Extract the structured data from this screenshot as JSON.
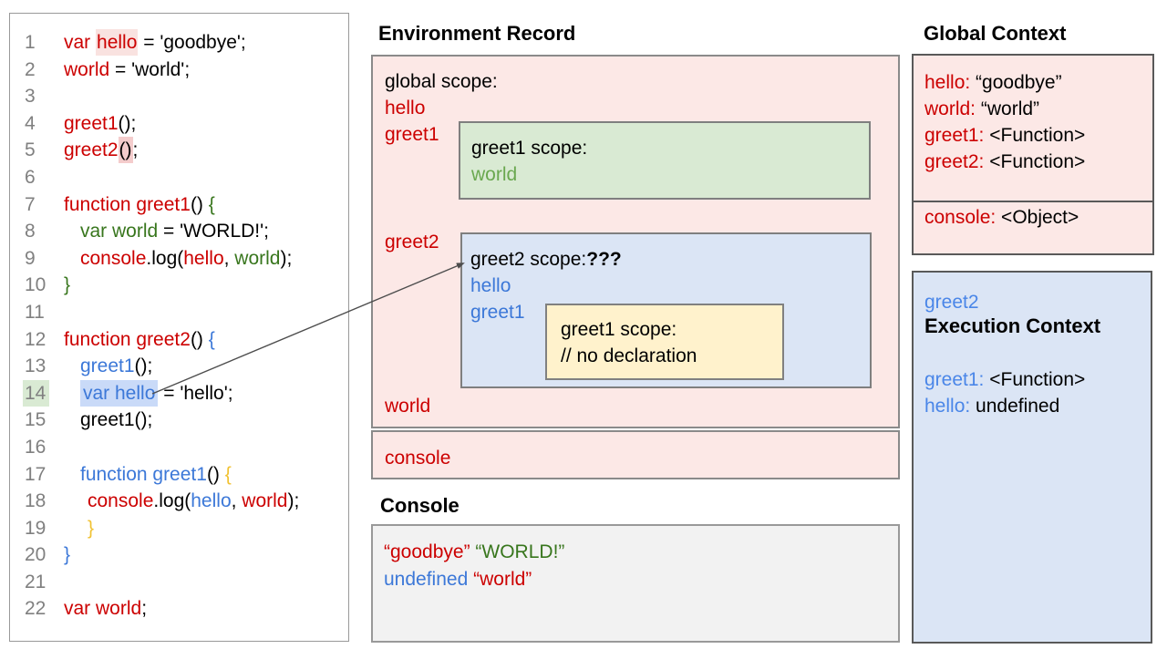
{
  "headings": {
    "environment_record": "Environment Record",
    "console": "Console",
    "global_context": "Global Context"
  },
  "code_panel": {
    "lines": [
      {
        "num": "1",
        "indent": 0,
        "tokens": [
          {
            "t": "var ",
            "c": "red"
          },
          {
            "t": "hello",
            "c": "red",
            "hl": "pink-faint"
          },
          {
            "t": " = 'goodbye';",
            "c": "black"
          }
        ]
      },
      {
        "num": "2",
        "indent": 0,
        "tokens": [
          {
            "t": "world",
            "c": "red"
          },
          {
            "t": " = 'world';",
            "c": "black"
          }
        ]
      },
      {
        "num": "3",
        "indent": 0,
        "tokens": []
      },
      {
        "num": "4",
        "indent": 0,
        "tokens": [
          {
            "t": "greet1",
            "c": "red"
          },
          {
            "t": "();",
            "c": "black"
          }
        ]
      },
      {
        "num": "5",
        "indent": 0,
        "tokens": [
          {
            "t": "greet2",
            "c": "red"
          },
          {
            "t": "()",
            "c": "black",
            "hl": "pink"
          },
          {
            "t": ";",
            "c": "black"
          }
        ]
      },
      {
        "num": "6",
        "indent": 0,
        "tokens": []
      },
      {
        "num": "7",
        "indent": 0,
        "tokens": [
          {
            "t": "function greet1",
            "c": "red"
          },
          {
            "t": "() ",
            "c": "black"
          },
          {
            "t": "{",
            "c": "green"
          }
        ]
      },
      {
        "num": "8",
        "indent": 1,
        "tokens": [
          {
            "t": "var world",
            "c": "green"
          },
          {
            "t": " = 'WORLD!';",
            "c": "black"
          }
        ]
      },
      {
        "num": "9",
        "indent": 1,
        "tokens": [
          {
            "t": "console",
            "c": "red"
          },
          {
            "t": ".log(",
            "c": "black"
          },
          {
            "t": "hello",
            "c": "red"
          },
          {
            "t": ", ",
            "c": "black"
          },
          {
            "t": "world",
            "c": "green"
          },
          {
            "t": ");",
            "c": "black"
          }
        ]
      },
      {
        "num": "10",
        "indent": 0,
        "tokens": [
          {
            "t": "}",
            "c": "green"
          }
        ]
      },
      {
        "num": "11",
        "indent": 0,
        "tokens": []
      },
      {
        "num": "12",
        "indent": 0,
        "tokens": [
          {
            "t": "function greet2",
            "c": "red"
          },
          {
            "t": "() ",
            "c": "black"
          },
          {
            "t": "{",
            "c": "blue"
          }
        ]
      },
      {
        "num": "13",
        "indent": 1,
        "tokens": [
          {
            "t": "greet1",
            "c": "blue"
          },
          {
            "t": "();",
            "c": "black"
          }
        ]
      },
      {
        "num": "14",
        "indent": 1,
        "num_hl": "green",
        "tokens": [
          {
            "t": "var hello",
            "c": "blue",
            "hl": "blue"
          },
          {
            "t": " = 'hello';",
            "c": "black"
          }
        ]
      },
      {
        "num": "15",
        "indent": 1,
        "tokens": [
          {
            "t": "greet1();",
            "c": "black"
          }
        ]
      },
      {
        "num": "16",
        "indent": 0,
        "tokens": []
      },
      {
        "num": "17",
        "indent": 1,
        "tokens": [
          {
            "t": "function greet1",
            "c": "blue"
          },
          {
            "t": "() ",
            "c": "black"
          },
          {
            "t": "{",
            "c": "gold"
          }
        ]
      },
      {
        "num": "18",
        "indent": 2,
        "tokens": [
          {
            "t": "console",
            "c": "red"
          },
          {
            "t": ".log(",
            "c": "black"
          },
          {
            "t": "hello",
            "c": "blue"
          },
          {
            "t": ", ",
            "c": "black"
          },
          {
            "t": "world",
            "c": "red"
          },
          {
            "t": ");",
            "c": "black"
          }
        ]
      },
      {
        "num": "19",
        "indent": 2,
        "tokens": [
          {
            "t": "}",
            "c": "gold"
          }
        ]
      },
      {
        "num": "20",
        "indent": 0,
        "tokens": [
          {
            "t": "}",
            "c": "blue"
          }
        ]
      },
      {
        "num": "21",
        "indent": 0,
        "tokens": []
      },
      {
        "num": "22",
        "indent": 0,
        "tokens": [
          {
            "t": "var world",
            "c": "red"
          },
          {
            "t": ";",
            "c": "black"
          }
        ]
      }
    ]
  },
  "environment_record": {
    "global_scope_label": "global scope:",
    "var_hello": "hello",
    "var_greet1": "greet1",
    "var_greet2": "greet2",
    "var_world": "world",
    "var_console": "console",
    "greet1_scope": {
      "label": "greet1 scope:",
      "var_world": "world"
    },
    "greet2_scope": {
      "label": "greet2 scope:",
      "unknown": "???",
      "var_hello": "hello",
      "var_greet1": "greet1",
      "inner_greet1_scope": {
        "label": "greet1 scope:",
        "comment": "// no declaration"
      }
    }
  },
  "console_panel": {
    "lines": [
      [
        {
          "t": "“goodbye” ",
          "c": "red"
        },
        {
          "t": "“WORLD!”",
          "c": "green"
        }
      ],
      [
        {
          "t": "undefined",
          "c": "blue"
        },
        {
          "t": " ",
          "c": "black"
        },
        {
          "t": "“world”",
          "c": "red"
        }
      ]
    ]
  },
  "global_context": {
    "rows": [
      {
        "k": "hello:",
        "v": " “goodbye”"
      },
      {
        "k": "world:",
        "v": " “world”"
      },
      {
        "k": "greet1:",
        "v": " <Function>"
      },
      {
        "k": "greet2:",
        "v": " <Function>"
      }
    ],
    "console_row": {
      "k": "console:",
      "v": " <Object>"
    }
  },
  "execution_context": {
    "name": "greet2",
    "title": "Execution Context",
    "rows": [
      {
        "k": "greet1:",
        "v": " <Function>"
      },
      {
        "k": "hello:",
        "v": " undefined"
      }
    ]
  },
  "colors": {
    "code_red": "#cc0000",
    "code_green": "#38761d",
    "code_blue": "#3c78d8",
    "code_gold": "#f1c232",
    "panel_blue_text": "#4a86e8",
    "scope_green_text": "#6aa84f",
    "pink_bg": "#fce8e6",
    "green_bg": "#d9ead3",
    "blue_bg": "#dbe5f5",
    "yellow_bg": "#fff2cc",
    "console_bg": "#f2f2f2",
    "highlight_pink": "#f4cccc",
    "highlight_blue": "#c9daf8",
    "highlight_green": "#d9ead3"
  }
}
